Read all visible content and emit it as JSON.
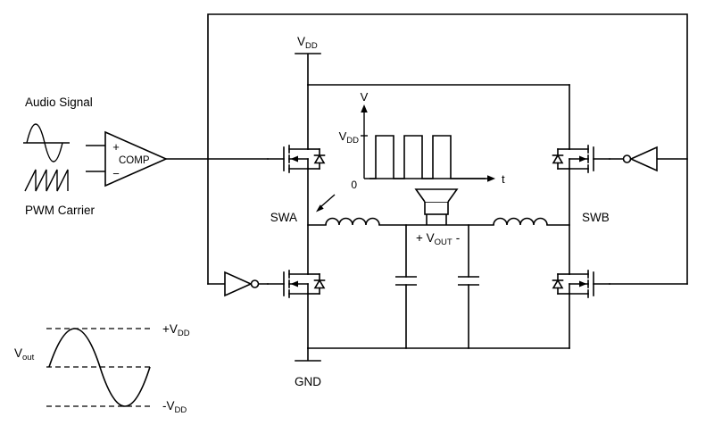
{
  "inputs": {
    "audio_signal_label": "Audio Signal",
    "pwm_carrier_label": "PWM Carrier",
    "audio_icon": "sine-wave-icon",
    "carrier_icon": "sawtooth-wave-icon"
  },
  "comparator": {
    "label": "COMP",
    "plus_input": "+",
    "minus_input": "−"
  },
  "supply": {
    "vdd_main": "V",
    "vdd_sub": "DD",
    "gnd_label": "GND"
  },
  "bridge": {
    "swa_label": "SWA",
    "swb_label": "SWB"
  },
  "pwm_plot": {
    "y_axis_label": "V",
    "level_main": "V",
    "level_sub": "DD",
    "origin_label": "0",
    "x_axis_label": "t"
  },
  "output": {
    "vout_prefix": "+ V",
    "vout_sub": "OUT",
    "vout_suffix": "-"
  },
  "vout_plot": {
    "axis_main": "V",
    "axis_sub": "out",
    "upper_main": "+V",
    "upper_sub": "DD",
    "lower_main": "-V",
    "lower_sub": "DD"
  }
}
